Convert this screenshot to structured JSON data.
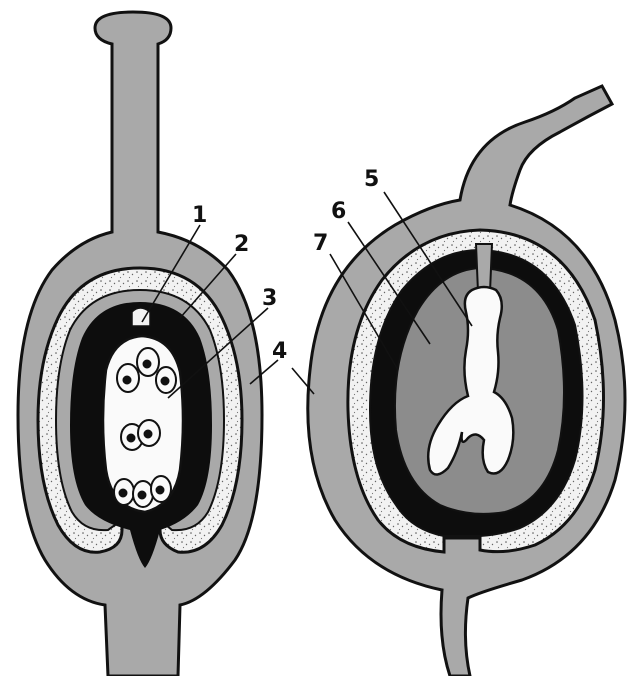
{
  "figure": {
    "labels": [
      "1",
      "2",
      "3",
      "4",
      "5",
      "6",
      "7"
    ]
  },
  "colors": {
    "tissue": "#a9a9a9",
    "integument": "#f2f2f2",
    "dark_layer": "#0d0d0d",
    "endosperm": "#8c8c8c",
    "embryo_sac": "#fafafa",
    "outline": "#111111"
  }
}
